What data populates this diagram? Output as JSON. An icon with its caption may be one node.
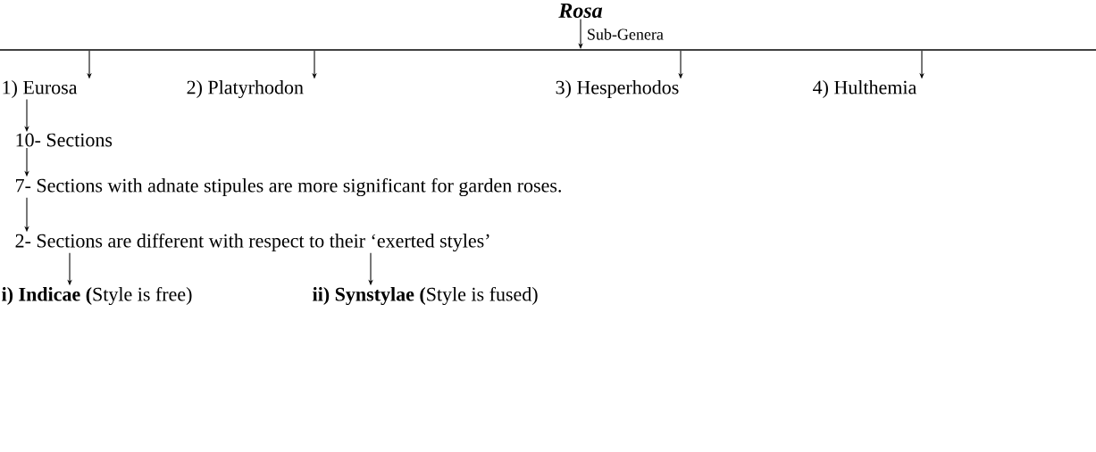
{
  "diagram": {
    "nodes": [
      {
        "text": [
          "Rosa"
        ]
      },
      {
        "text": [],
        "shape": "bar"
      },
      {
        "text": [
          "1) Eurosa"
        ]
      },
      {
        "text": [
          "2) Platyrhodon"
        ]
      },
      {
        "text": [
          "3) Hesperhodos"
        ]
      },
      {
        "text": [
          "4) Hulthemia"
        ]
      },
      {
        "text": [
          "10- Sections"
        ]
      },
      {
        "text": [
          "7- Sections with adnate stipules are more significant for garden roses."
        ]
      },
      {
        "text": [
          "2- Sections are different with respect to their ‘exerted styles’"
        ]
      },
      {
        "text": [
          "**i) Indicae (**Style is free)"
        ]
      },
      {
        "text": [
          "**ii) Synstylae (**Style is fused)"
        ]
      }
    ],
    "edges": [
      {
        "from": 0,
        "to": 1,
        "arrow": "to",
        "label": "Sub-Genera"
      },
      {
        "from": 1,
        "to": 2,
        "arrow": "to"
      },
      {
        "from": 1,
        "to": 3,
        "arrow": "to"
      },
      {
        "from": 1,
        "to": 4,
        "arrow": "to"
      },
      {
        "from": 1,
        "to": 5,
        "arrow": "to"
      },
      {
        "from": 2,
        "to": 6,
        "arrow": "to"
      },
      {
        "from": 6,
        "to": 7,
        "arrow": "to"
      },
      {
        "from": 7,
        "to": 8,
        "arrow": "to"
      },
      {
        "from": 8,
        "to": 9,
        "arrow": "to"
      },
      {
        "from": 8,
        "to": 10,
        "arrow": "to"
      }
    ]
  }
}
